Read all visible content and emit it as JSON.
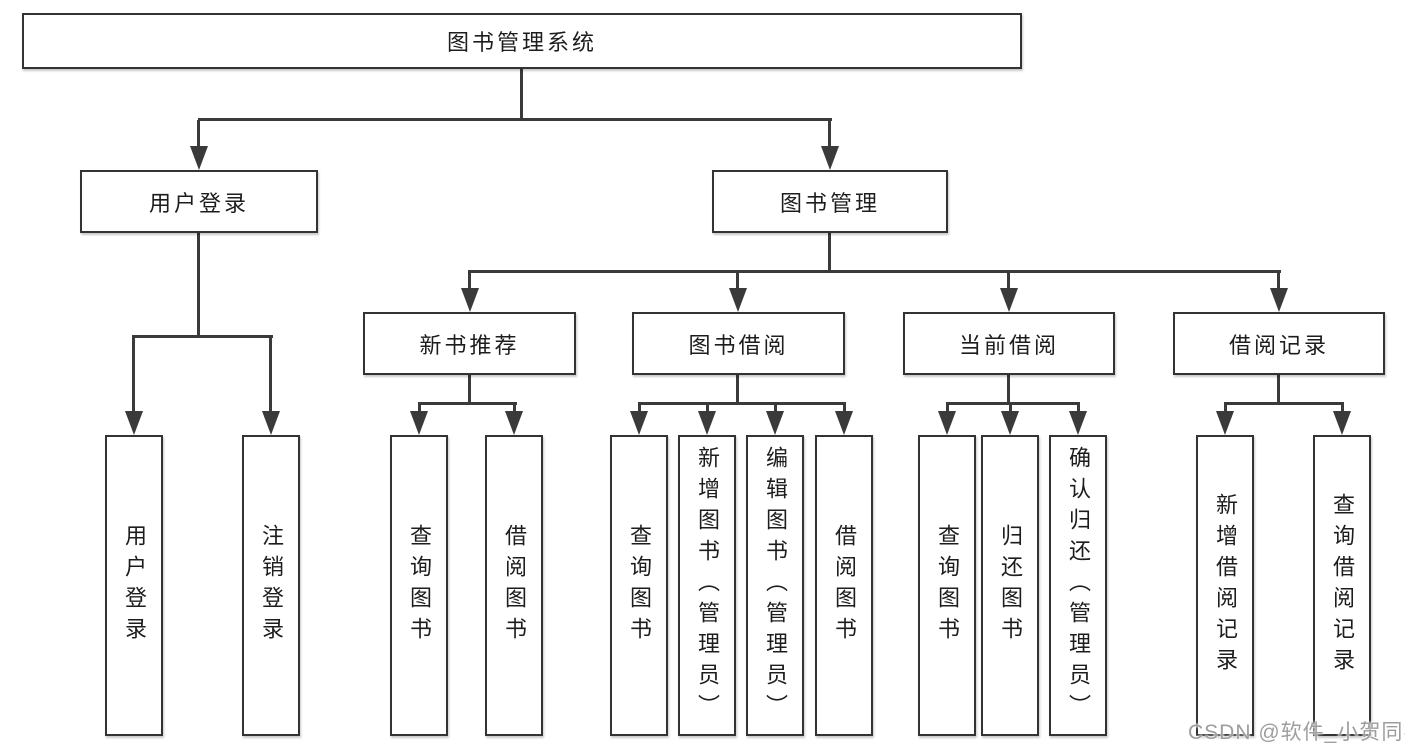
{
  "tree": {
    "label": "图书管理系统",
    "children": [
      {
        "label": "用户登录",
        "children": [
          {
            "label": "用户登录"
          },
          {
            "label": "注销登录"
          }
        ]
      },
      {
        "label": "图书管理",
        "children": [
          {
            "label": "新书推荐",
            "children": [
              {
                "label": "查询图书"
              },
              {
                "label": "借阅图书"
              }
            ]
          },
          {
            "label": "图书借阅",
            "children": [
              {
                "label": "查询图书"
              },
              {
                "label": "新增图书（管理员）"
              },
              {
                "label": "编辑图书（管理员）"
              },
              {
                "label": "借阅图书"
              }
            ]
          },
          {
            "label": "当前借阅",
            "children": [
              {
                "label": "查询图书"
              },
              {
                "label": "归还图书"
              },
              {
                "label": "确认归还（管理员）"
              }
            ]
          },
          {
            "label": "借阅记录",
            "children": [
              {
                "label": "新增借阅记录"
              },
              {
                "label": "查询借阅记录"
              }
            ]
          }
        ]
      }
    ]
  },
  "watermark": {
    "text": "CSDN @软件_小贺同学"
  },
  "colors": {
    "line": "#3a3a3a",
    "box_border": "#333333",
    "text": "#1d1d1d",
    "watermark": "#9e9e9e",
    "background": "#ffffff"
  }
}
